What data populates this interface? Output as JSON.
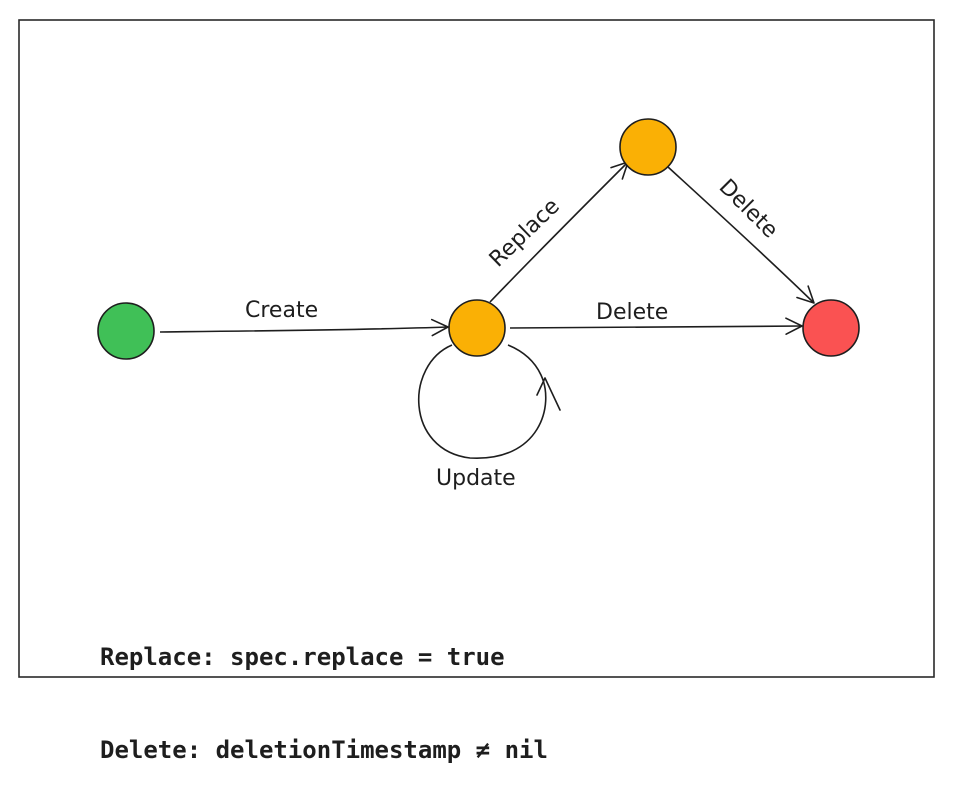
{
  "diagram": {
    "colors": {
      "stroke": "#1e1e1e",
      "initial_state": "#40c057",
      "intermediate_state": "#fab005",
      "final_state": "#fa5252"
    },
    "edges": {
      "create": "Create",
      "replace": "Replace",
      "delete_from_replaced": "Delete",
      "delete_direct": "Delete",
      "update": "Update"
    },
    "notes": [
      "Replace: spec.replace = true",
      "Delete: deletionTimestamp ≠ nil"
    ]
  }
}
